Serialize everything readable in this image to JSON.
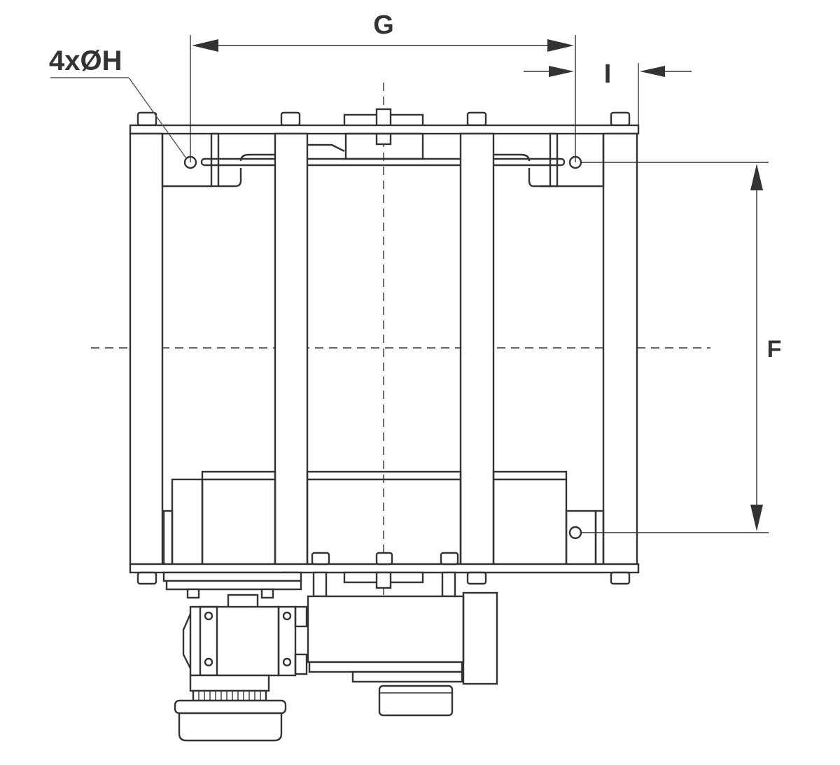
{
  "dimensions": {
    "g_label": "G",
    "i_label": "I",
    "f_label": "F",
    "h_label": "4xØH"
  },
  "colors": {
    "line": "#333333",
    "background": "#ffffff"
  }
}
